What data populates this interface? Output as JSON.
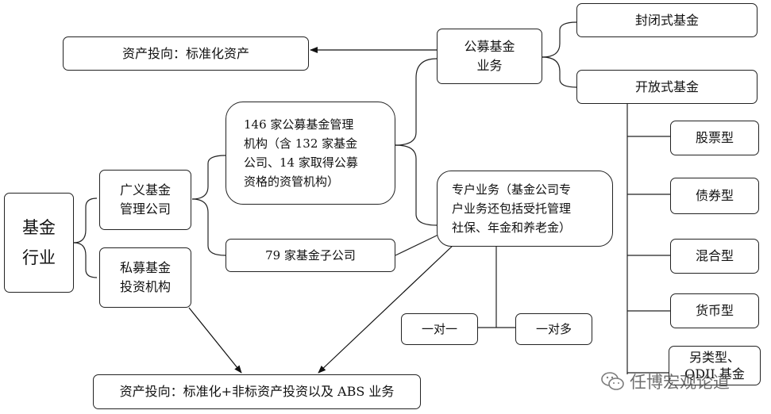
{
  "nodes": {
    "fund_industry": [
      "基金",
      "行业"
    ],
    "broad_fund_mgmt": [
      "广义基金",
      "管理公司"
    ],
    "private_fund": [
      "私募基金",
      "投资机构"
    ],
    "public_mgr_146": [
      "146 家公募基金管理",
      "机构（含 132 家基金",
      "公司、14 家取得公募",
      "资格的资管机构）"
    ],
    "subsidiaries_79": "79 家基金子公司",
    "public_fund_business": [
      "公募基金",
      "业务"
    ],
    "asset_std": "资产投向：标准化资产",
    "closed_end": "封闭式基金",
    "open_end": "开放式基金",
    "stock": "股票型",
    "bond": "债券型",
    "hybrid": "混合型",
    "money": "货币型",
    "alt": [
      "另类型、",
      "QDII 基金"
    ],
    "special_account": [
      "专户业务（基金公司专",
      "户业务还包括受托管理",
      "社保、年金和养老金）"
    ],
    "one_to_one": "一对一",
    "one_to_many": "一对多",
    "asset_nonstd": "资产投向：标准化+非标资产投资以及 ABS 业务"
  },
  "watermark": {
    "text": "任博宏观论道",
    "icon": "wechat-icon"
  }
}
